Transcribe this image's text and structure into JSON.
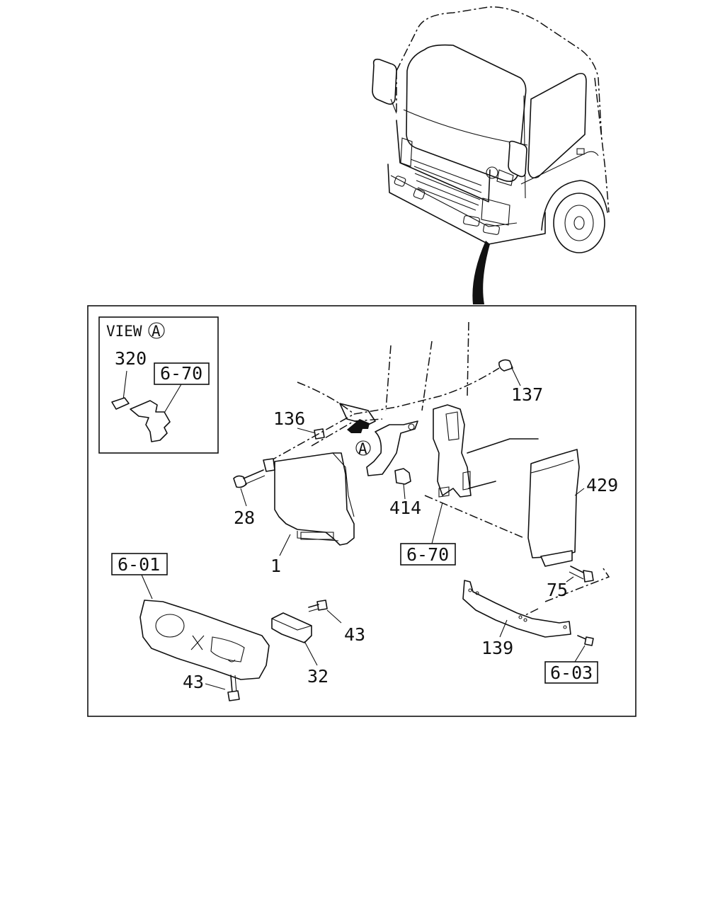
{
  "view_label": "VIEW",
  "view_marker": "A",
  "marker_A": "A",
  "callouts": {
    "p320": "320",
    "p136": "136",
    "p137": "137",
    "p28": "28",
    "p1": "1",
    "p414": "414",
    "p429": "429",
    "p75": "75",
    "p43a": "43",
    "p32": "32",
    "p43b": "43",
    "p139": "139"
  },
  "refs": {
    "r670_view": "6-70",
    "r670_main": "6-70",
    "r601": "6-01",
    "r603": "6-03"
  }
}
